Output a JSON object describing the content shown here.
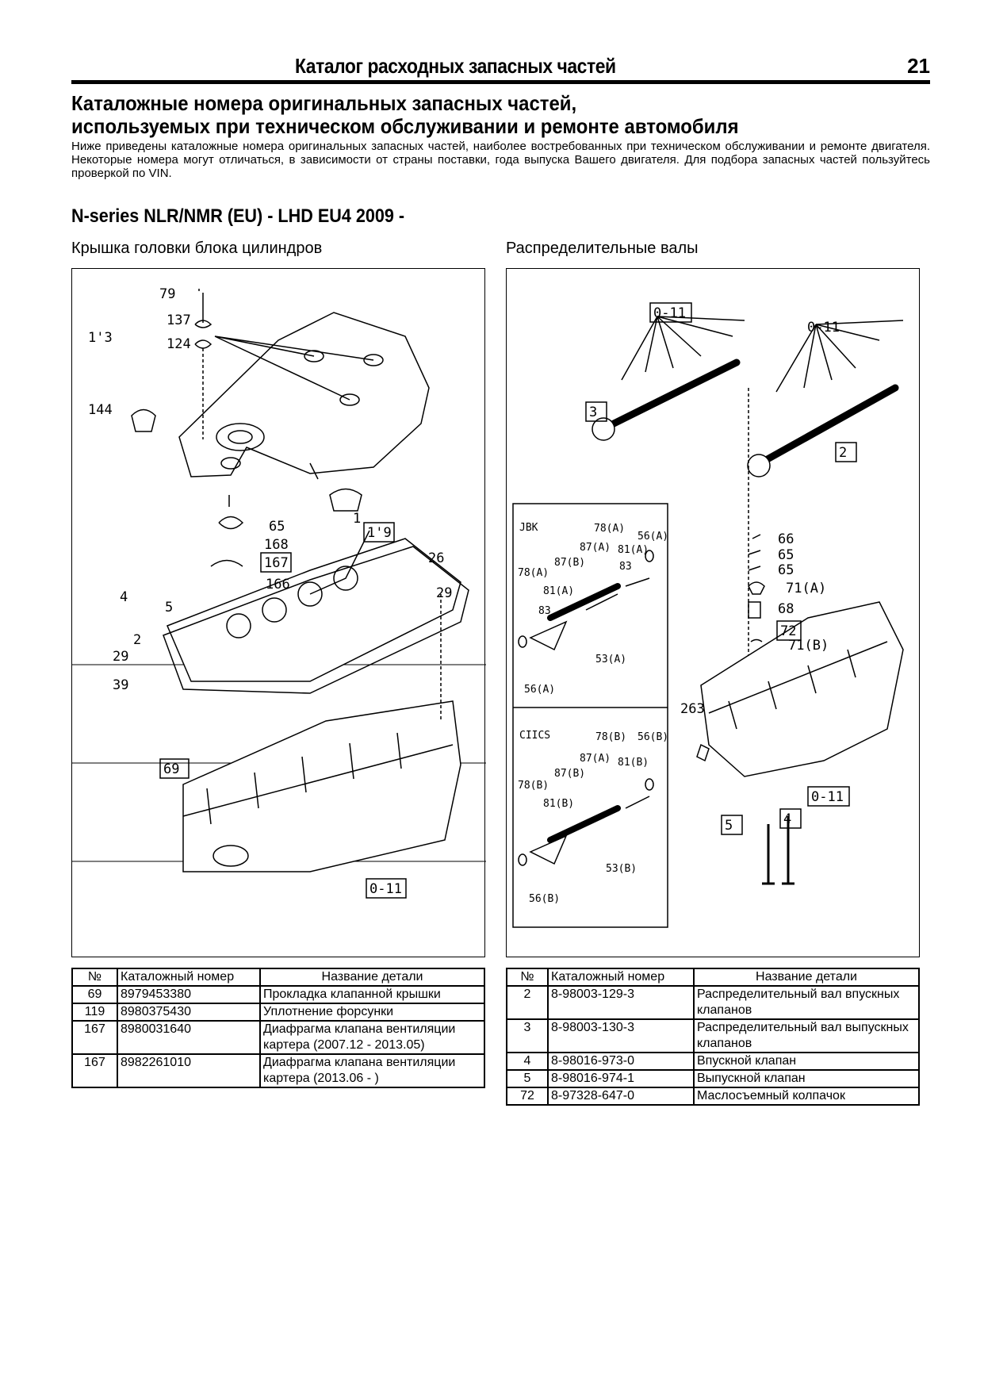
{
  "header": {
    "running_title": "Каталог расходных запасных частей",
    "page_number": "21"
  },
  "title_lines": [
    "Каталожные номера оригинальных запасных частей,",
    "используемых при техническом обслуживании и ремонте автомобиля"
  ],
  "intro": "Ниже приведены каталожные номера оригинальных запасных частей, наиболее востребованных при техническом обслуживании и ремонте двигателя. Некоторые номера могут отличаться, в зависимости от страны поставки, года выпуска Вашего двигателя. Для подбора запасных частей пользуйтесь проверкой по VIN.",
  "model": "N-series NLR/NMR (EU) - LHD EU4 2009 -",
  "left_section": {
    "heading": "Крышка головки блока цилиндров",
    "diagram_labels": [
      "79",
      "137",
      "1'3",
      "124",
      "144",
      "65",
      "1",
      "168",
      "167",
      "1'9",
      "26",
      "4",
      "166",
      "29",
      "5",
      "2",
      "29",
      "39",
      "69",
      "0-11"
    ],
    "table": {
      "headers": [
        "№",
        "Каталожный номер",
        "Название детали"
      ],
      "rows": [
        {
          "no": "69",
          "part": "8979453380",
          "name": "Прокладка клапанной крышки"
        },
        {
          "no": "119",
          "part": "8980375430",
          "name": "Уплотнение форсунки"
        },
        {
          "no": "167",
          "part": "8980031640",
          "name": "Диафрагма клапана вентиляции картера (2007.12 - 2013.05)"
        },
        {
          "no": "167",
          "part": "8982261010",
          "name": "Диафрагма клапана вентиляции картера (2013.06 - )"
        }
      ]
    }
  },
  "right_section": {
    "heading": "Распределительные валы",
    "diagram_labels": [
      "0-11",
      "0-11",
      "3",
      "2",
      "66",
      "65",
      "65",
      "71(A)",
      "68",
      "72",
      "71(B)",
      "263",
      "0-11",
      "5",
      "4"
    ],
    "inset_labels": [
      "JBK",
      "78(A)",
      "56(A)",
      "87(A)",
      "81(A)",
      "87(B)",
      "83",
      "78(A)",
      "81(A)",
      "83",
      "53(A)",
      "56(A)",
      "CIICS",
      "78(B)",
      "56(B)",
      "87(A)",
      "81(B)",
      "87(B)",
      "78(B)",
      "81(B)",
      "53(B)",
      "56(B)"
    ],
    "table": {
      "headers": [
        "№",
        "Каталожный номер",
        "Название детали"
      ],
      "rows": [
        {
          "no": "2",
          "part": "8-98003-129-3",
          "name": "Распределительный вал впускных клапанов"
        },
        {
          "no": "3",
          "part": "8-98003-130-3",
          "name": "Распределительный вал выпускных клапанов"
        },
        {
          "no": "4",
          "part": "8-98016-973-0",
          "name": "Впускной клапан"
        },
        {
          "no": "5",
          "part": "8-98016-974-1",
          "name": "Выпускной клапан"
        },
        {
          "no": "72",
          "part": "8-97328-647-0",
          "name": "Маслосъемный колпачок"
        }
      ]
    }
  }
}
